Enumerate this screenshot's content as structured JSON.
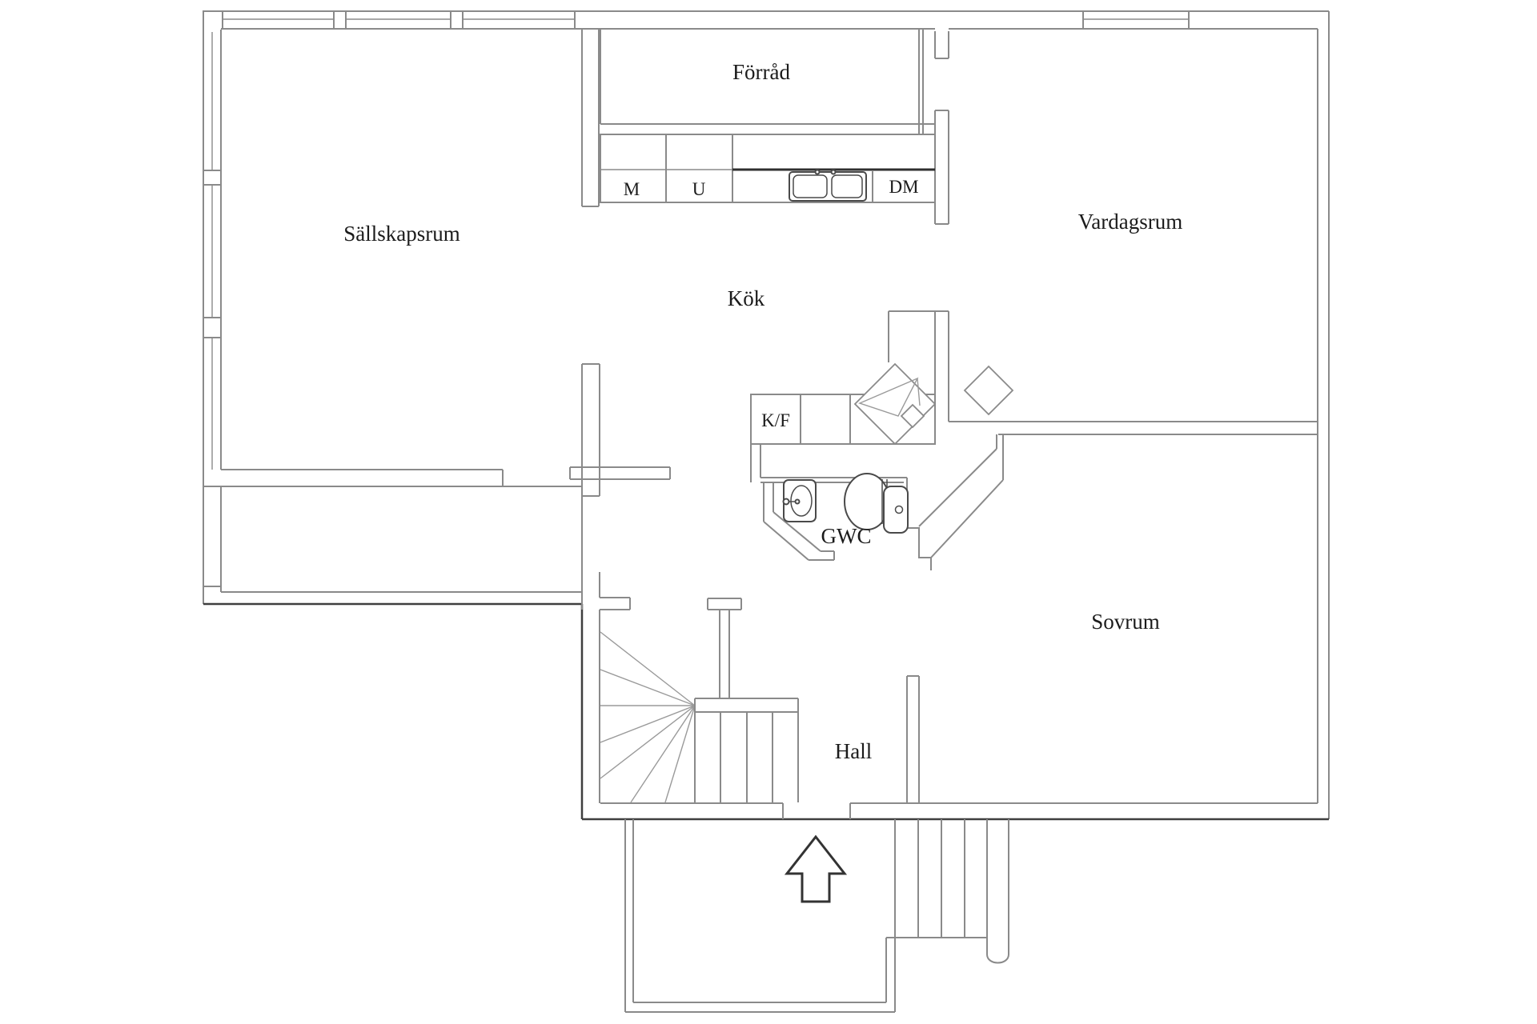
{
  "floorplan": {
    "rooms": {
      "sallskapsrum": {
        "label": "Sällskapsrum"
      },
      "forrad": {
        "label": "Förråd"
      },
      "vardagsrum": {
        "label": "Vardagsrum"
      },
      "kok": {
        "label": "Kök"
      },
      "sovrum": {
        "label": "Sovrum"
      },
      "hall": {
        "label": "Hall"
      },
      "gwc": {
        "label": "GWC"
      }
    },
    "appliances": {
      "microwave": "M",
      "oven": "U",
      "dishwasher": "DM",
      "fridge_freezer": "K/F"
    },
    "symbols": {
      "entrance_arrow": "up-arrow",
      "stair": "winder-stair",
      "exterior_stair": "entry-steps-with-handrail"
    },
    "colors": {
      "background": "#ffffff",
      "wall": "#8a8a8a",
      "wall_dark": "#3f3f3f",
      "fixture": "#4a4a4a",
      "text": "#1b1b1b"
    }
  }
}
